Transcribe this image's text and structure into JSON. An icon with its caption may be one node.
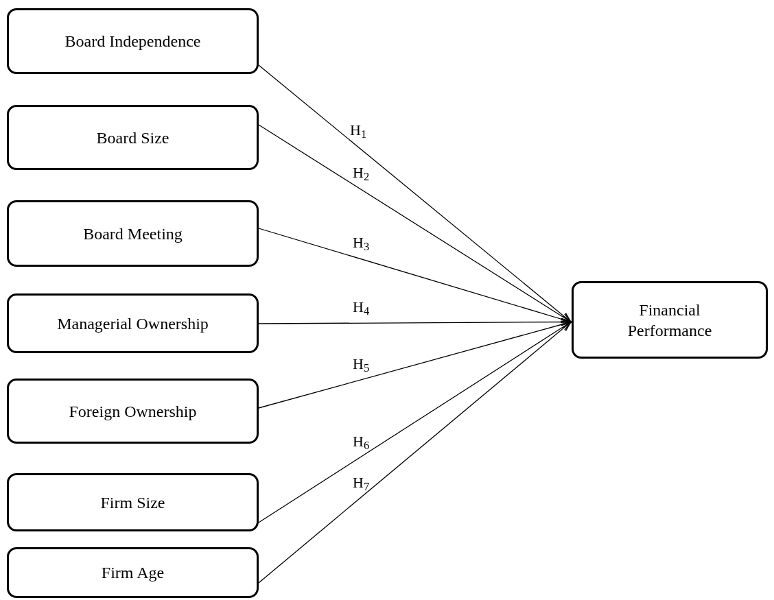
{
  "diagram": {
    "nodes": [
      {
        "text": [
          "Board Independence"
        ]
      },
      {
        "text": [
          "Board Size"
        ]
      },
      {
        "text": [
          "Board Meeting"
        ]
      },
      {
        "text": [
          "Managerial Ownership"
        ]
      },
      {
        "text": [
          "Foreign Ownership"
        ]
      },
      {
        "text": [
          "Firm Size"
        ]
      },
      {
        "text": [
          "Firm Age"
        ]
      },
      {
        "text": [
          "Financial Performance"
        ]
      }
    ],
    "edges": [
      {
        "from": 0,
        "to": 7,
        "arrow": "to",
        "label": "H$_{1}$"
      },
      {
        "from": 1,
        "to": 7,
        "arrow": "to",
        "label": "H$_{2}$"
      },
      {
        "from": 2,
        "to": 7,
        "arrow": "to",
        "label": "H$_{3}$"
      },
      {
        "from": 3,
        "to": 7,
        "arrow": "to",
        "label": "H$_{4}$"
      },
      {
        "from": 4,
        "to": 7,
        "arrow": "to",
        "label": "H$_{5}$"
      },
      {
        "from": 5,
        "to": 7,
        "arrow": "to",
        "label": "H$_{6}$"
      },
      {
        "from": 6,
        "to": 7,
        "arrow": "to",
        "label": "H$_{7}$"
      }
    ]
  }
}
